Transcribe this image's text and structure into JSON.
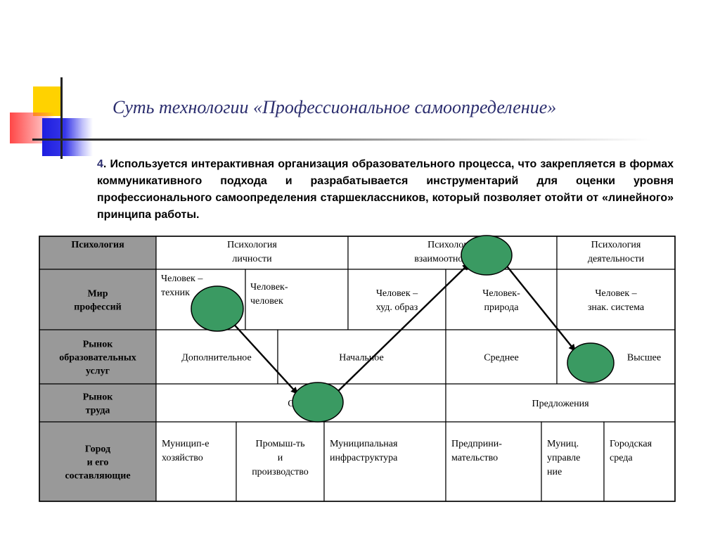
{
  "title": "Суть технологии «Профессиональное самоопределение»",
  "paragraph": {
    "number": "4",
    "lines": [
      ". Используется интерактивная организация образовательного процесса, что",
      "закрепляется в формах коммуникативного подхода и разрабатывается",
      "инструментарий для оценки уровня профессионального самоопределения",
      "старшеклассников, который позволяет отойти от «линейного» принципа работы."
    ]
  },
  "table": {
    "rows": [
      {
        "header": [
          "Психология"
        ],
        "cells": [
          [
            "Психология",
            "личности"
          ],
          [
            "Психология",
            "взаимоотношений"
          ],
          [
            "Психология",
            "деятельности"
          ]
        ]
      },
      {
        "header": [
          "Мир",
          "профессий"
        ],
        "cells": [
          [
            "Человек –",
            "техник"
          ],
          [
            "Человек-",
            "человек"
          ],
          [
            "Человек –",
            "худ. образ"
          ],
          [
            "Человек-",
            "природа"
          ],
          [
            "Человек –",
            "знак. система"
          ]
        ]
      },
      {
        "header": [
          "Рынок",
          "образовательных",
          "услуг"
        ],
        "cells": [
          [
            "Дополнительное"
          ],
          [
            "Начальное"
          ],
          [
            "Среднее"
          ],
          [
            "Высшее"
          ]
        ]
      },
      {
        "header": [
          "Рынок",
          "труда"
        ],
        "cells": [
          [
            "Спрос"
          ],
          [
            "Предложения"
          ]
        ]
      },
      {
        "header": [
          "Город",
          "и его",
          "составляющие"
        ],
        "cells": [
          [
            "Муницип-е",
            "хозяйство"
          ],
          [
            "Промыш-ть",
            "и",
            "производство"
          ],
          [
            "Муниципальная",
            "инфраструктура"
          ],
          [
            "Предприни-",
            "мательство"
          ],
          [
            "Муниц.",
            "управле",
            "ние"
          ],
          [
            "Городская",
            "среда"
          ]
        ]
      }
    ]
  },
  "colors": {
    "header_bg": "#999999",
    "marker_fill": "#3a9a62",
    "title_color": "#2b2d6e"
  }
}
